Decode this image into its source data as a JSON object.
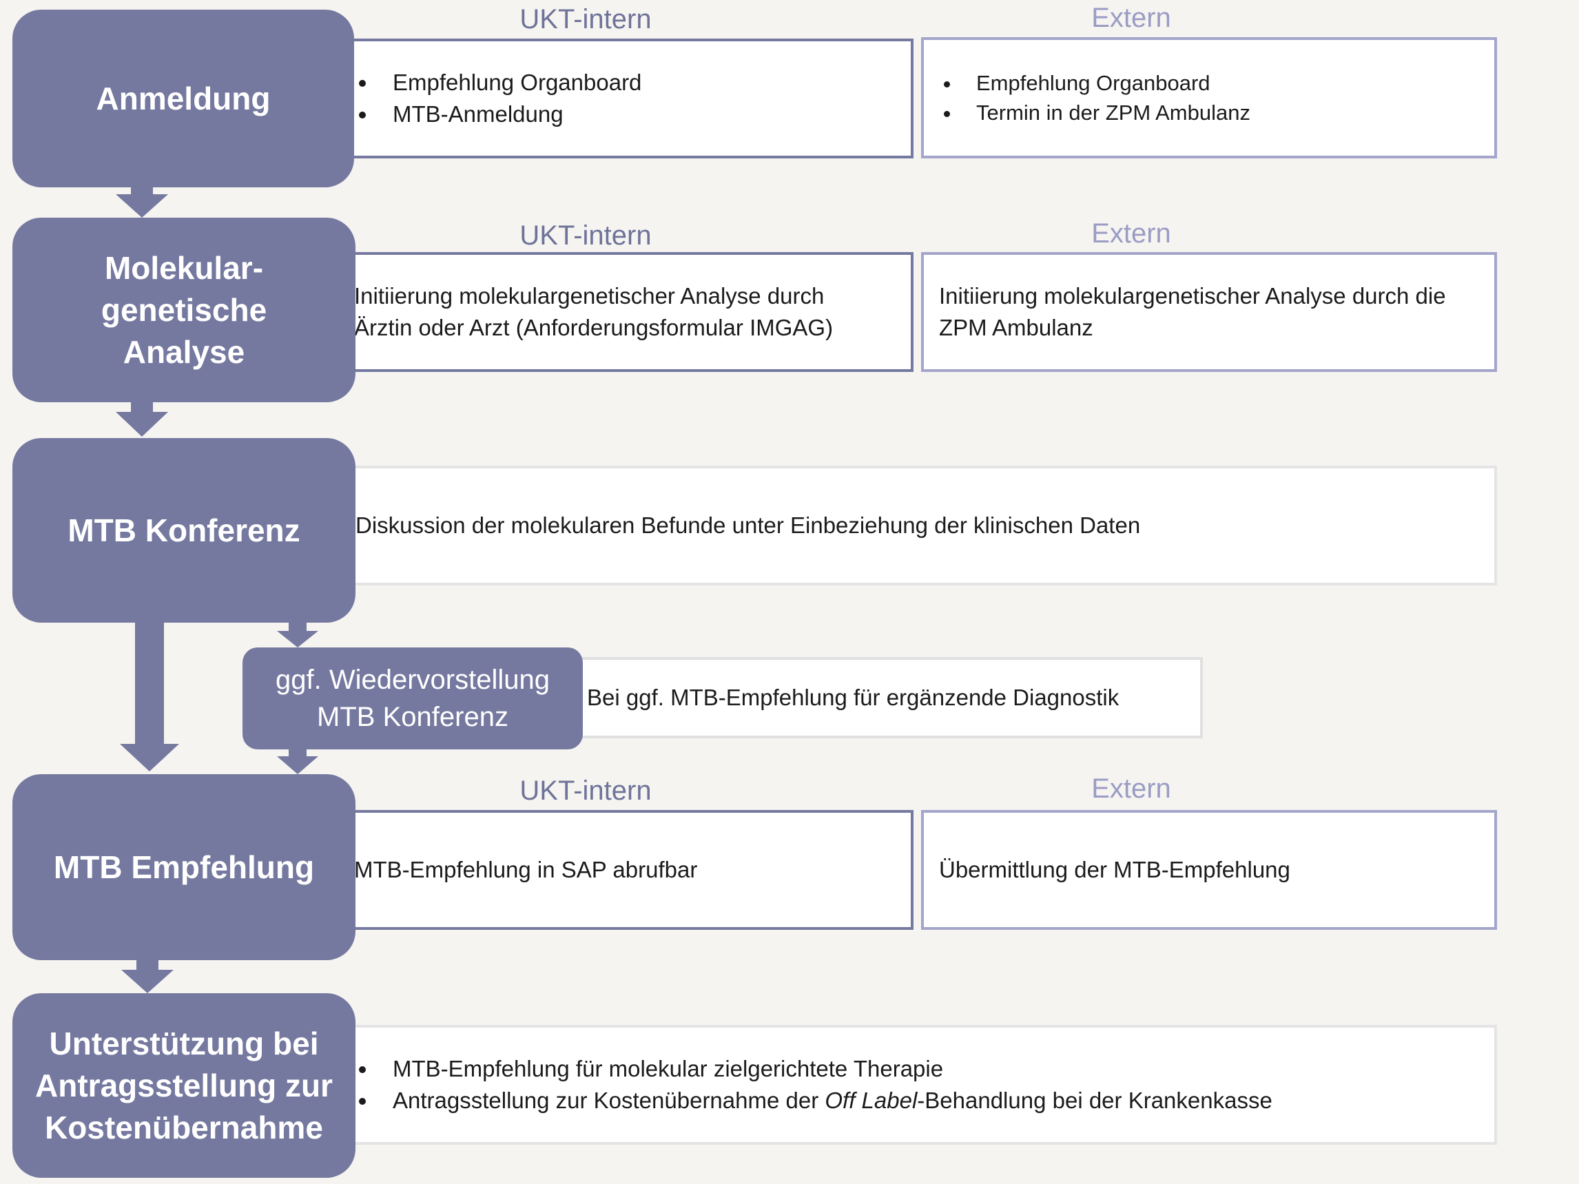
{
  "headers": {
    "intern": "UKT-intern",
    "extern": "Extern"
  },
  "steps": {
    "anmeldung": "Anmeldung",
    "molekular": "Molekular-\ngenetische\nAnalyse",
    "konferenz": "MTB Konferenz",
    "wiedervorstellung": "ggf. Wiedervorstellung\nMTB Konferenz",
    "empfehlung": "MTB Empfehlung",
    "unterstuetzung": "Unterstützung bei\nAntragsstellung zur\nKostenübernahme"
  },
  "boxes": {
    "anmeldung_intern": [
      "Empfehlung Organboard",
      "MTB-Anmeldung"
    ],
    "anmeldung_extern": [
      "Empfehlung Organboard",
      "Termin in der ZPM Ambulanz"
    ],
    "molekular_intern": "Initiierung molekulargenetischer Analyse durch\nÄrztin oder Arzt (Anforderungsformular IMGAG)",
    "molekular_extern": "Initiierung molekulargenetischer Analyse durch die\nZPM Ambulanz",
    "konferenz": "Diskussion der molekularen Befunde unter Einbeziehung der klinischen Daten",
    "wiedervorstellung": "Bei ggf. MTB-Empfehlung für ergänzende Diagnostik",
    "empfehlung_intern": "MTB-Empfehlung in SAP abrufbar",
    "empfehlung_extern": "Übermittlung der MTB-Empfehlung",
    "unterstuetzung_item1": "MTB-Empfehlung für molekular zielgerichtete Therapie",
    "unterstuetzung_item2_pre": "Antragsstellung zur Kostenübernahme der ",
    "unterstuetzung_item2_em": "Off Label",
    "unterstuetzung_item2_post": "-Behandlung bei der Krankenkasse"
  },
  "colors": {
    "step": "#75799f",
    "intern_border": "#75799f",
    "extern_border": "#a3a5cb",
    "background": "#f6f4f1"
  }
}
